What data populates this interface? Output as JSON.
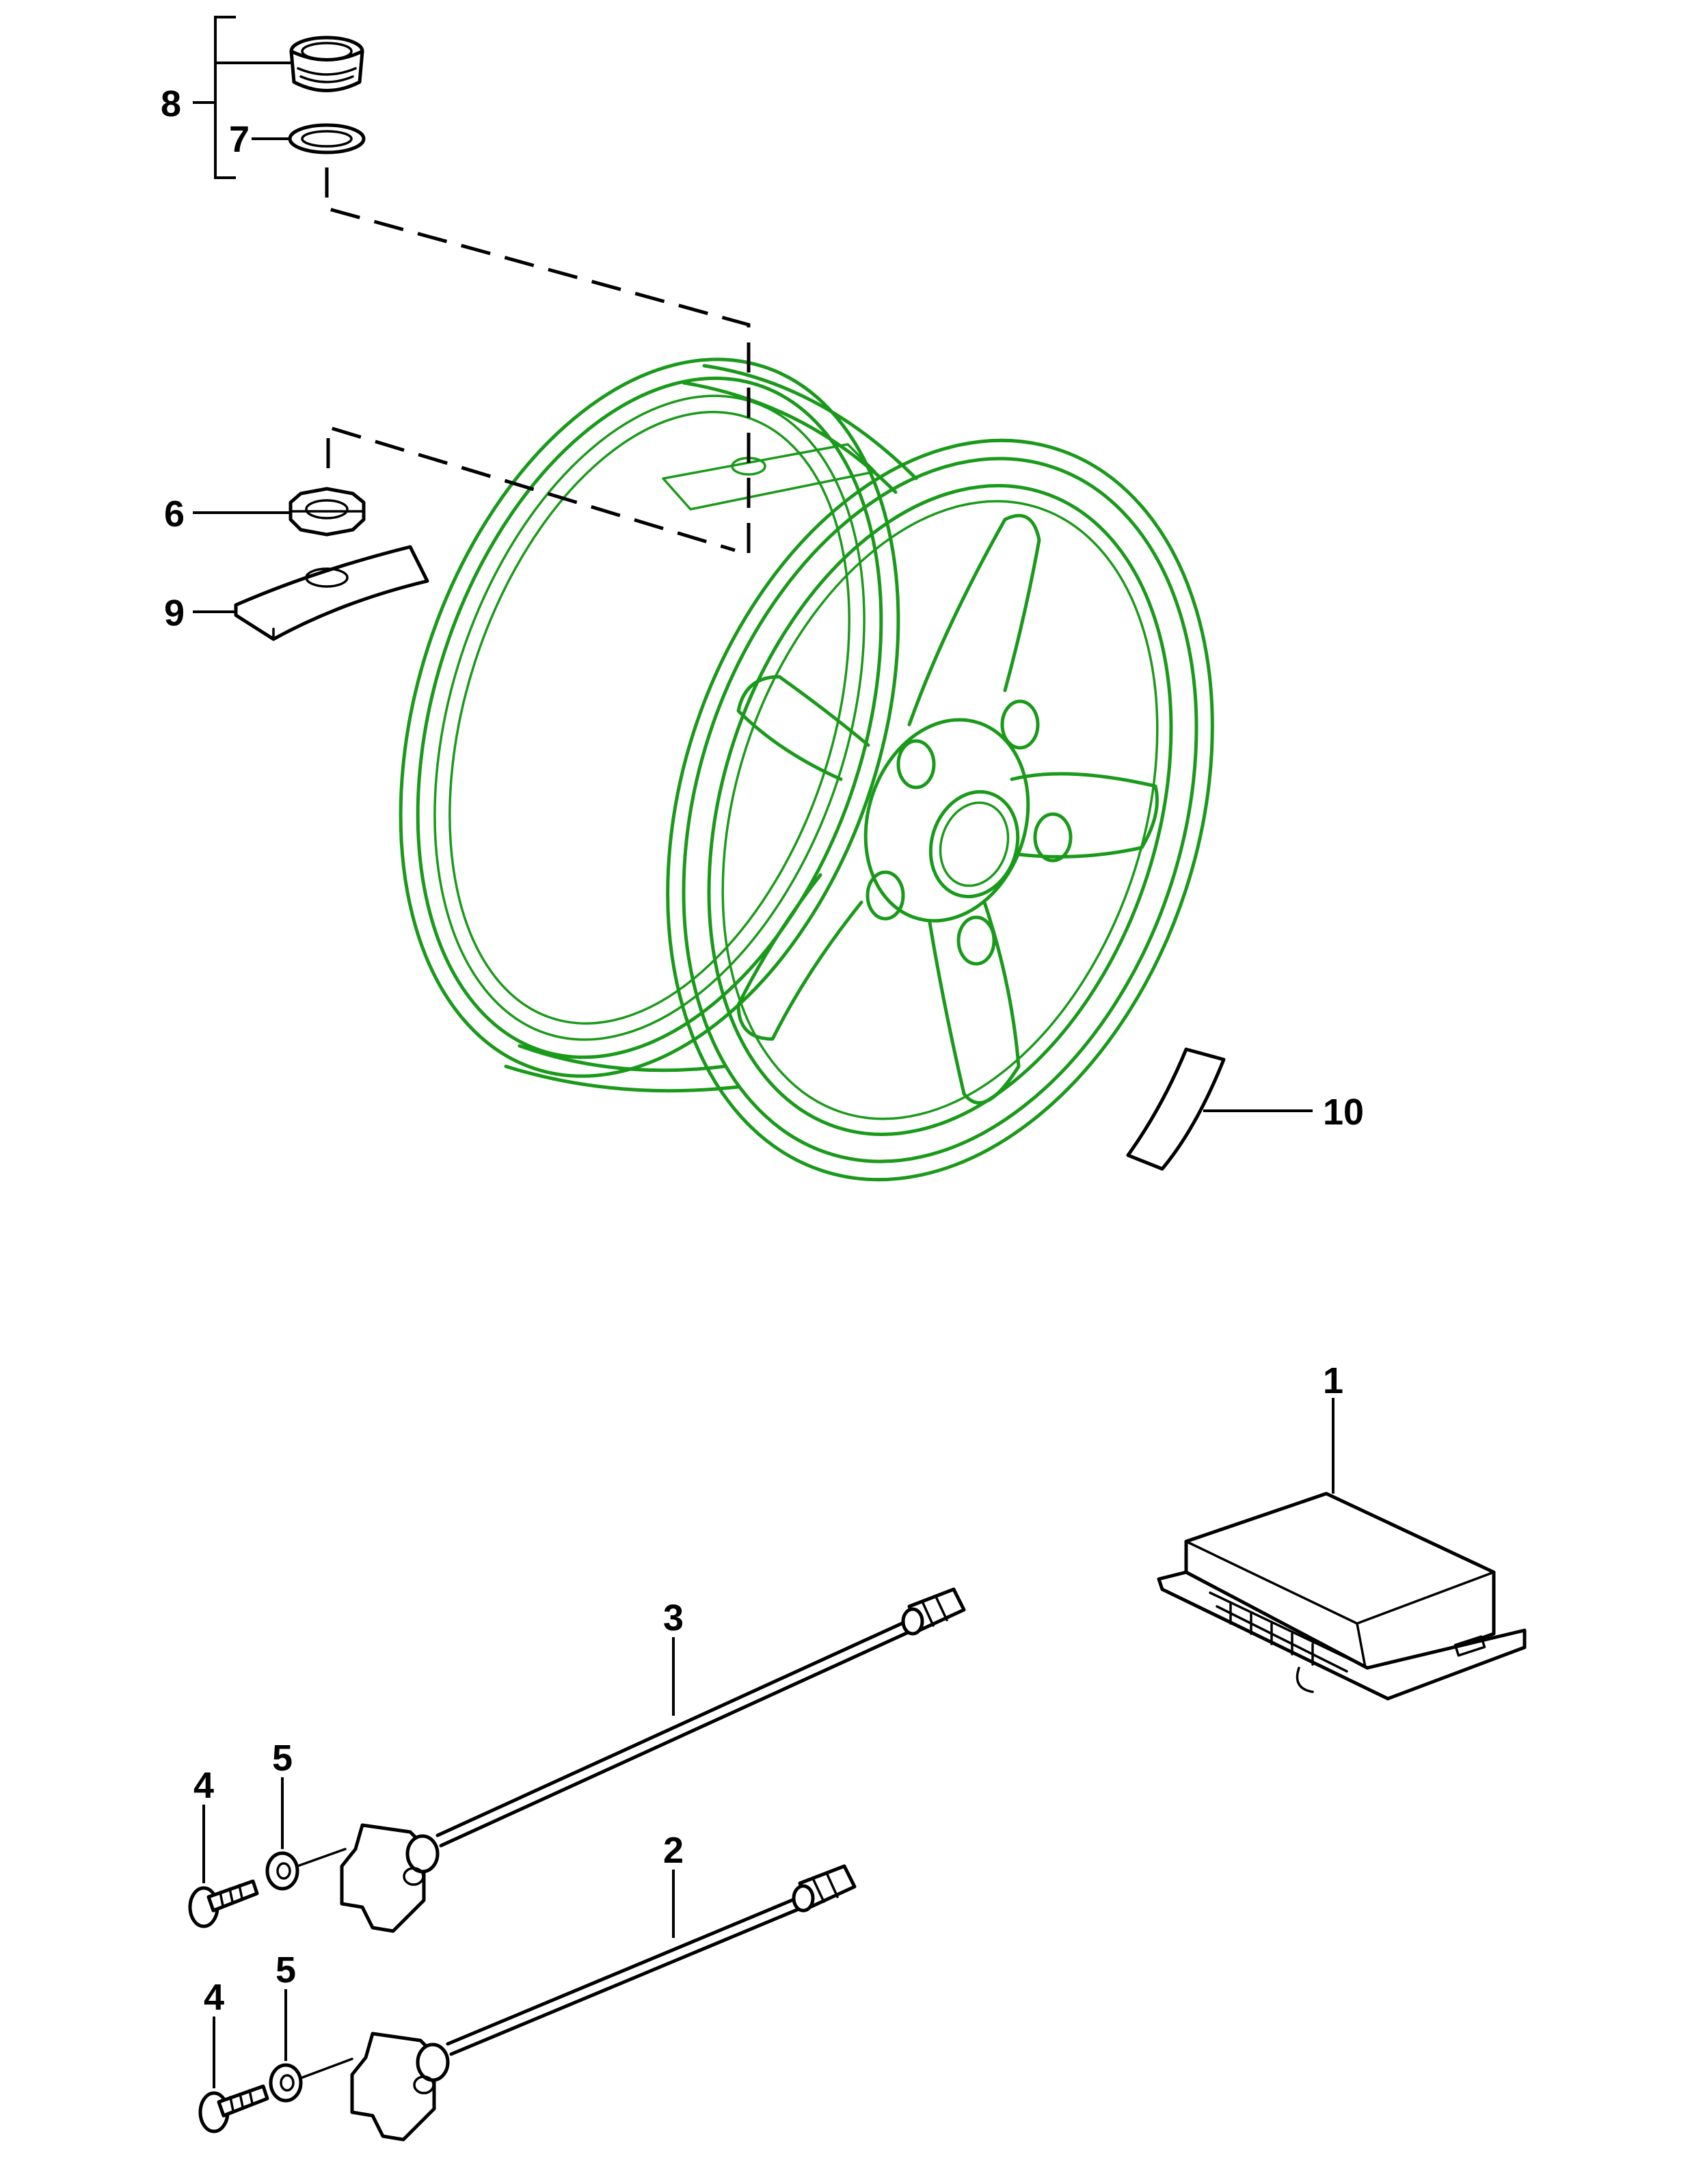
{
  "highlight_color": "#1a9a1a",
  "ink_color": "#000000",
  "callouts": {
    "c1": "1",
    "c2": "2",
    "c3": "3",
    "c4a": "4",
    "c4b": "4",
    "c5a": "5",
    "c5b": "5",
    "c6": "6",
    "c7": "7",
    "c8": "8",
    "c9": "9",
    "c10": "10"
  }
}
